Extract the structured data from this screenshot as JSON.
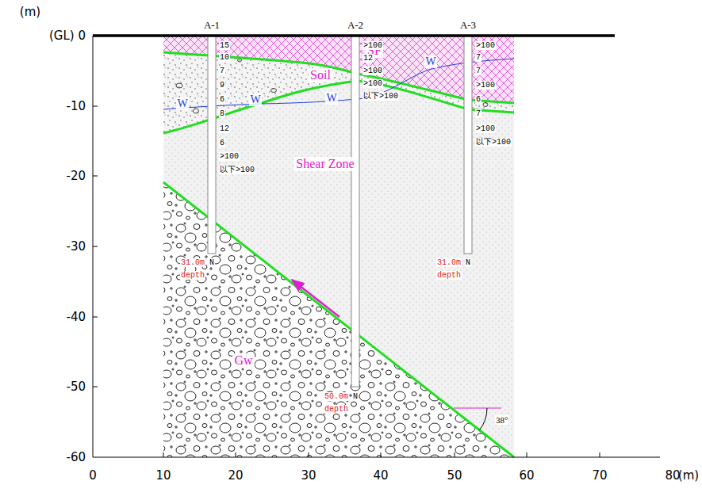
{
  "diagram": {
    "labels": [
      "(m)",
      "(GL) 0",
      "-10",
      "-20",
      "-30",
      "-40",
      "-50",
      "-60",
      "0",
      "10",
      "20",
      "30",
      "40",
      "50",
      "60",
      "70",
      "80",
      "(m)",
      "A-1",
      "A-2",
      "A-3",
      "SF",
      "Soil",
      "Shear Zone",
      "Gw",
      "15",
      "10",
      "7",
      "9",
      "6",
      "8",
      "12",
      "6",
      ">100",
      "以下>100",
      ">100",
      "12",
      ">100",
      ">100",
      "以下>100",
      ">100",
      "7",
      "7",
      ">100",
      "6",
      "7",
      ">100",
      "以下>100",
      "31.0m",
      "depth",
      "N",
      "50.0m",
      "depth",
      "N",
      "31.0m",
      "depth",
      "N",
      "W",
      "W",
      "W",
      "W",
      "38°"
    ]
  }
}
